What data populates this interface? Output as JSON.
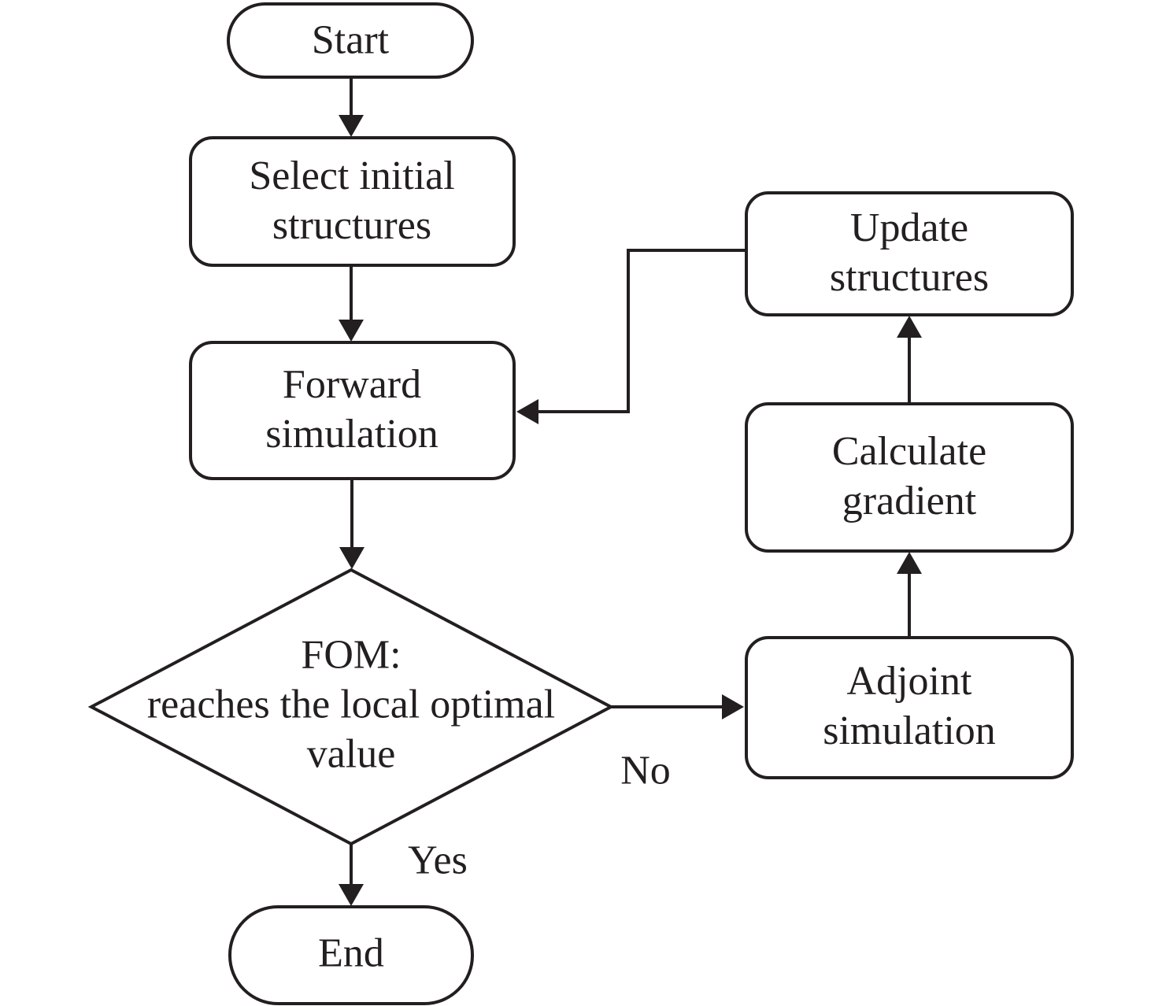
{
  "diagram": {
    "title": "Adjoint optimization flowchart",
    "background_color": "#ffffff",
    "stroke_color": "#231f20",
    "text_color": "#231f20",
    "nodes": {
      "start": {
        "type": "terminator",
        "label": "Start"
      },
      "select_initial_structures": {
        "type": "process",
        "label": "Select initial\nstructures"
      },
      "forward_simulation": {
        "type": "process",
        "label": "Forward\nsimulation"
      },
      "fom_decision": {
        "type": "decision",
        "label": "FOM:\nreaches the local optimal\nvalue"
      },
      "end": {
        "type": "terminator",
        "label": "End"
      },
      "adjoint_simulation": {
        "type": "process",
        "label": "Adjoint\nsimulation"
      },
      "calculate_gradient": {
        "type": "process",
        "label": "Calculate\ngradient"
      },
      "update_structures": {
        "type": "process",
        "label": "Update\nstructures"
      }
    },
    "edge_labels": {
      "yes": "Yes",
      "no": "No"
    },
    "edges": [
      "start -> select_initial_structures",
      "select_initial_structures -> forward_simulation",
      "forward_simulation -> fom_decision",
      "fom_decision -> end (Yes)",
      "fom_decision -> adjoint_simulation (No)",
      "adjoint_simulation -> calculate_gradient",
      "calculate_gradient -> update_structures",
      "update_structures -> forward_simulation"
    ]
  }
}
